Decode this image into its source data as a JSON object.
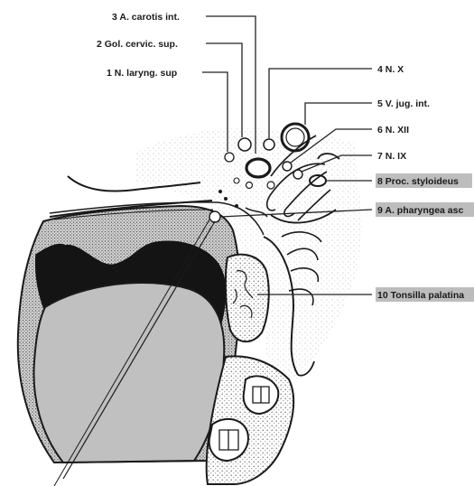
{
  "labels": {
    "l1": "1 N. laryng. sup",
    "l2": "2 Gol. cervic. sup.",
    "l3": "3 A. carotis int.",
    "l4": "4 N. X",
    "l5": "5 V. jug. int.",
    "l6": "6 N. XII",
    "l7": "7 N. IX",
    "l8": "8 Proc. styloideus",
    "l9": "9 A. pharyngea asc",
    "l10": "10 Tonsilla palatina"
  },
  "colors": {
    "ink": "#1a1a1a",
    "stipple": "#8a8a8a",
    "dark": "#141414",
    "tongue_gray": "#b8b8b8",
    "label_highlight": "#bdbdbd"
  }
}
